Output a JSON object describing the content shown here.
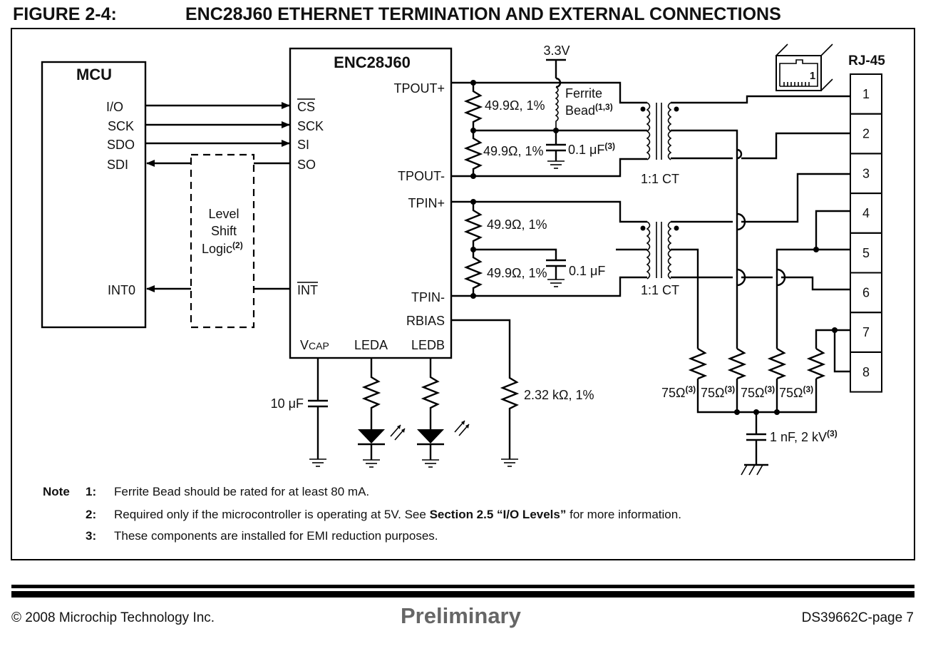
{
  "figure": {
    "number": "FIGURE 2-4:",
    "title": "ENC28J60 ETHERNET TERMINATION AND EXTERNAL CONNECTIONS"
  },
  "mcu": {
    "title": "MCU",
    "pins": [
      "I/O",
      "SCK",
      "SDO",
      "SDI",
      "INT0"
    ]
  },
  "level_shift": {
    "lines": [
      "Level",
      "Shift",
      "Logic"
    ],
    "note_ref": "(2)"
  },
  "enc": {
    "title": "ENC28J60",
    "left_pins": [
      "CS",
      "SCK",
      "SI",
      "SO",
      "INT"
    ],
    "right_pins": [
      "TPOUT+",
      "TPOUT-",
      "TPIN+",
      "TPIN-",
      "RBIAS"
    ],
    "bottom_pins": {
      "vcap_main": "V",
      "vcap_sub": "CAP",
      "leda": "LEDA",
      "ledb": "LEDB"
    }
  },
  "components": {
    "supply": "3.3V",
    "tx_r1": "49.9Ω, 1%",
    "tx_r2": "49.9Ω, 1%",
    "ferrite_line1": "Ferrite",
    "ferrite_line2": "Bead",
    "ferrite_ref": "(1,3)",
    "tx_cap": "0.1 μF",
    "tx_cap_ref": "(3)",
    "rx_r1": "49.9Ω, 1%",
    "rx_r2": "49.9Ω, 1%",
    "rx_cap": "0.1 μF",
    "transformer_tx": "1:1 CT",
    "transformer_rx": "1:1 CT",
    "vcap_cap": "10 μF",
    "rbias_res": "2.32 kΩ, 1%",
    "term_res": [
      "75Ω",
      "75Ω",
      "75Ω",
      "75Ω"
    ],
    "term_res_ref": "(3)",
    "hv_cap": "1 nF, 2 kV",
    "hv_cap_ref": "(3)"
  },
  "rj45": {
    "title": "RJ-45",
    "icon_pin_label": "1",
    "pins": [
      "1",
      "2",
      "3",
      "4",
      "5",
      "6",
      "7",
      "8"
    ]
  },
  "notes": {
    "label": "Note",
    "items": [
      {
        "num": "1:",
        "text": "Ferrite Bead should be rated for at least 80 mA."
      },
      {
        "num": "2:",
        "text_before": "Required only if the microcontroller is operating at 5V. See ",
        "bold": "Section 2.5 “I/O Levels”",
        "text_after": " for more information."
      },
      {
        "num": "3:",
        "text": "These components are installed for EMI reduction purposes."
      }
    ]
  },
  "footer": {
    "copyright": "© 2008 Microchip Technology Inc.",
    "status": "Preliminary",
    "page": "DS39662C-page 7"
  }
}
